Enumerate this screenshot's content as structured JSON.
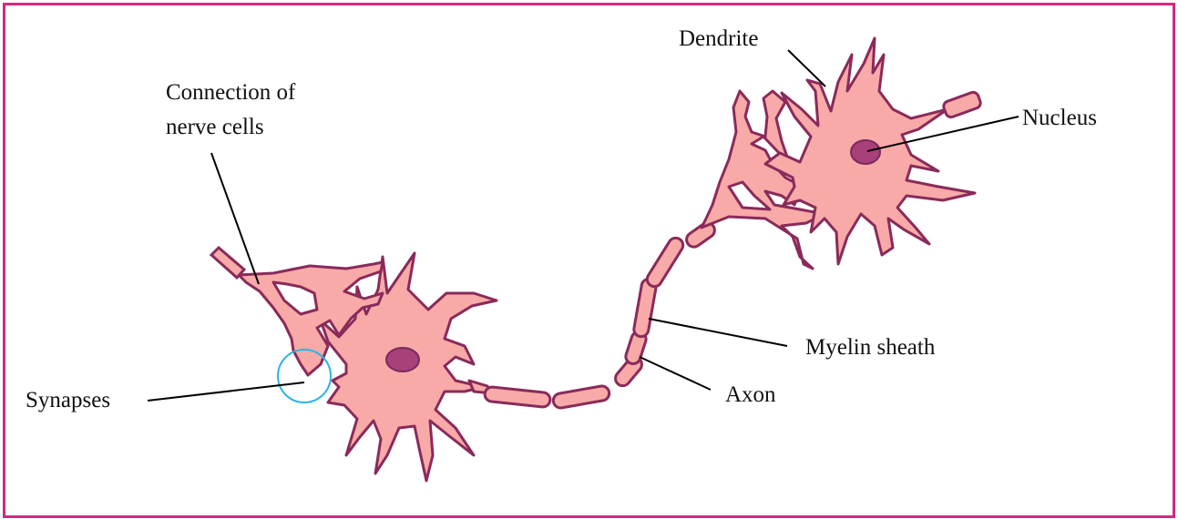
{
  "diagram": {
    "labels": {
      "dendrite": "Dendrite",
      "nucleus": "Nucleus",
      "connection_line1": "Connection of",
      "connection_line2": "nerve cells",
      "myelin_sheath": "Myelin sheath",
      "axon": "Axon",
      "synapses": "Synapses"
    },
    "colors": {
      "frame": "#d6287f",
      "cell_fill": "#f7aaa8",
      "cell_outline": "#8a2a5a",
      "nucleus": "#a8407a",
      "synapse_circle": "#2ab4e6"
    }
  }
}
